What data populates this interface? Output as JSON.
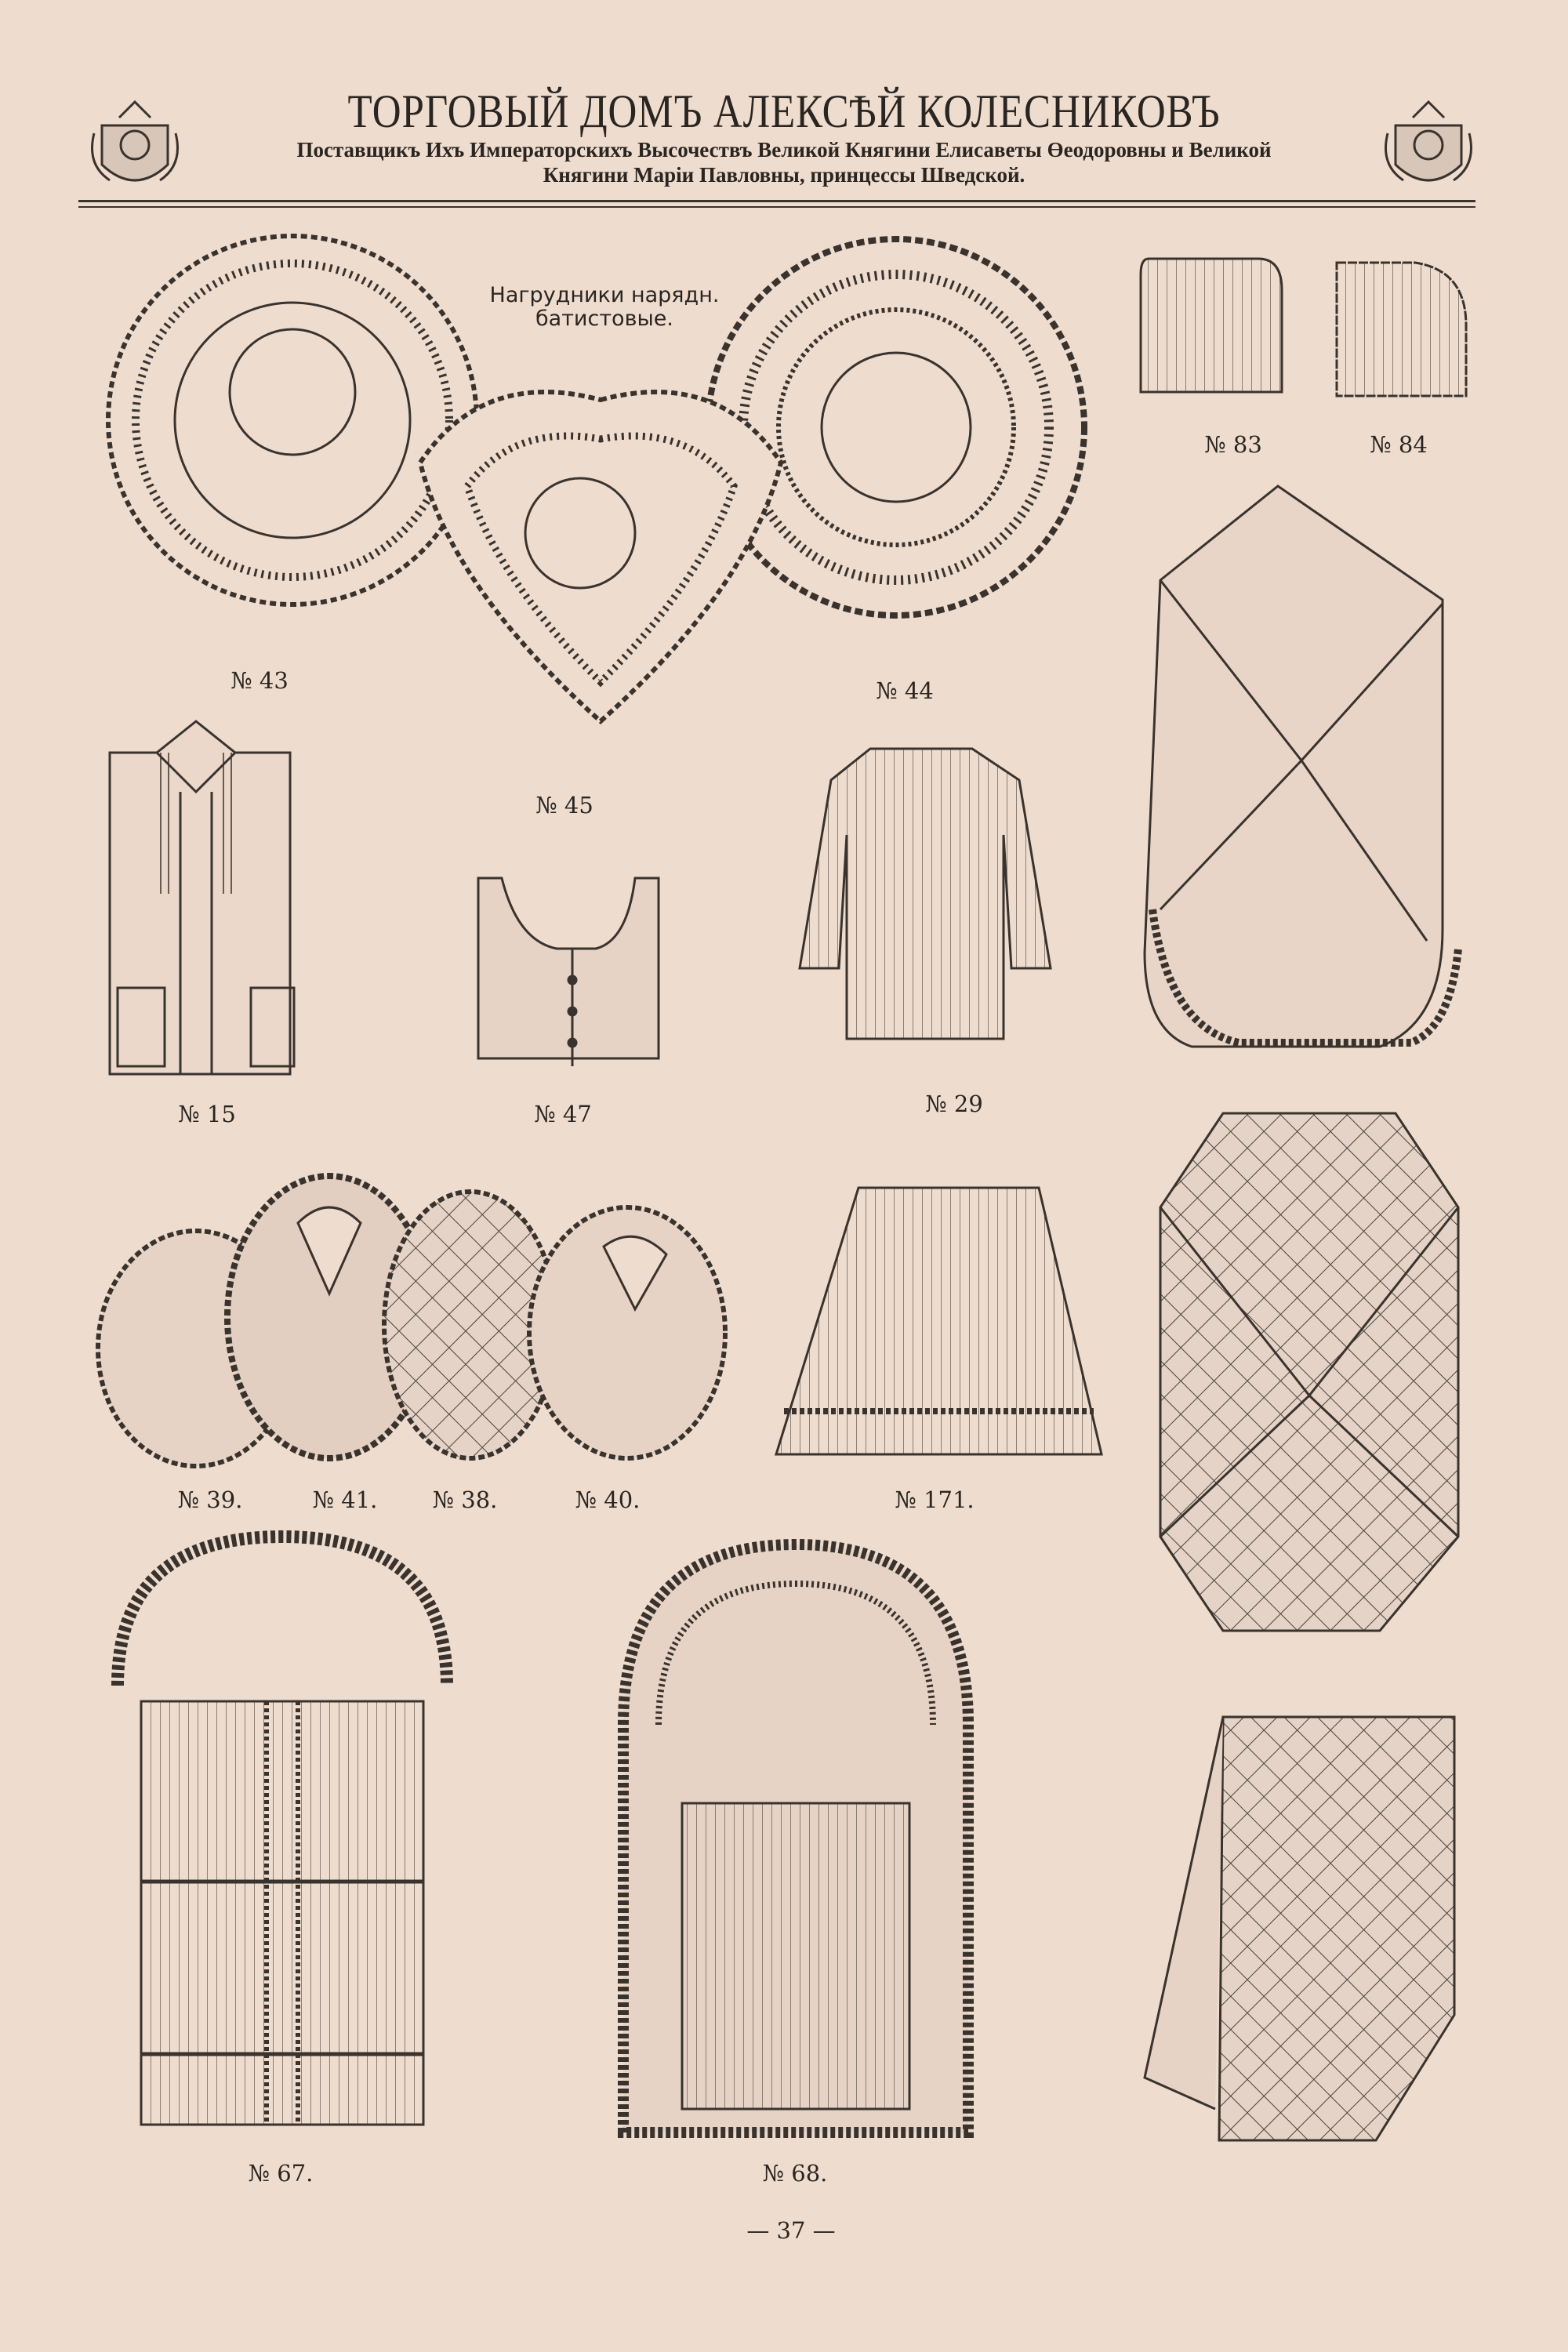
{
  "header": {
    "title": "ТОРГОВЫЙ ДОМЪ АЛЕКСѢЙ КОЛЕСНИКОВЪ",
    "subtitle_line1": "Поставщикъ Ихъ Императорскихъ Высочествъ Великой Княгини Елисаветы Өеодоровны и Великой",
    "subtitle_line2": "Княгини Маріи Павловны, принцессы Шведской.",
    "crest_icon": "imperial-crest-icon"
  },
  "caption": {
    "line1": "Нагрудники нарядн.",
    "line2": "батистовые."
  },
  "items": {
    "n43": "№ 43",
    "n44": "№ 44",
    "n45": "№ 45",
    "n83": "№ 83",
    "n84": "№ 84",
    "n15": "№ 15",
    "n47": "№ 47",
    "n29": "№ 29",
    "n39": "№ 39.",
    "n41": "№ 41.",
    "n38": "№ 38.",
    "n40": "№ 40.",
    "n171": "№ 171.",
    "n67": "№ 67.",
    "n68": "№ 68."
  },
  "footer": {
    "page_number": "— 37 —"
  },
  "colors": {
    "paper": "#eedccf",
    "ink": "#2a2520"
  }
}
